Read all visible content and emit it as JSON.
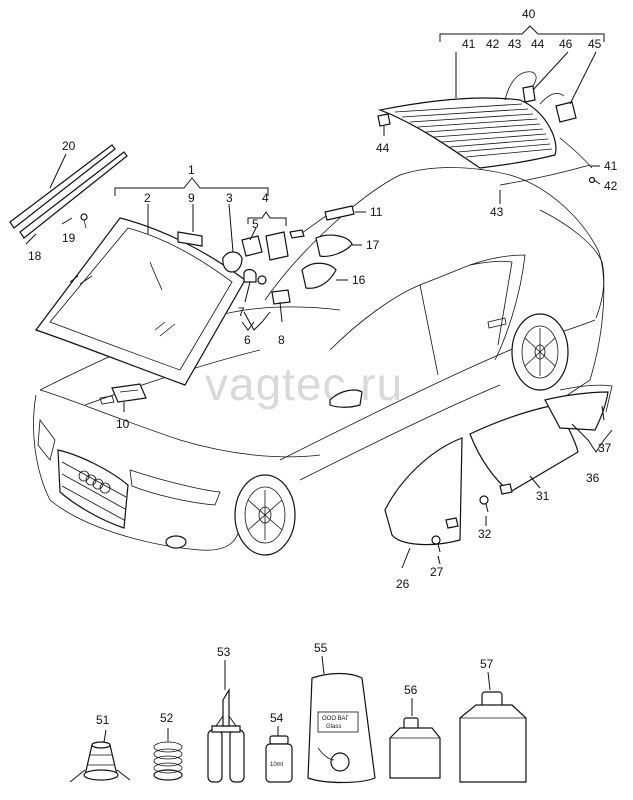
{
  "watermark": "vagtec.ru",
  "callouts": {
    "c1": "1",
    "c2": "2",
    "c3": "3",
    "c4": "4",
    "c5": "5",
    "c6": "6",
    "c7": "7",
    "c8": "8",
    "c9": "9",
    "c10": "10",
    "c11": "11",
    "c16": "16",
    "c17": "17",
    "c18": "18",
    "c19": "19",
    "c20": "20",
    "c26": "26",
    "c27": "27",
    "c31": "31",
    "c32": "32",
    "c36": "36",
    "c37": "37",
    "c40": "40",
    "c41a": "41",
    "c41b": "41",
    "c42a": "42",
    "c42b": "42",
    "c43a": "43",
    "c43b": "43",
    "c44a": "44",
    "c44b": "44",
    "c45": "45",
    "c46": "46",
    "c51": "51",
    "c52": "52",
    "c53": "53",
    "c54": "54",
    "c55": "55",
    "c56": "56",
    "c57": "57"
  },
  "product_labels": {
    "bottle_volume": "10ml",
    "bag_text_line1": "ООО ВАГ",
    "bag_text_line2": "Glass"
  }
}
